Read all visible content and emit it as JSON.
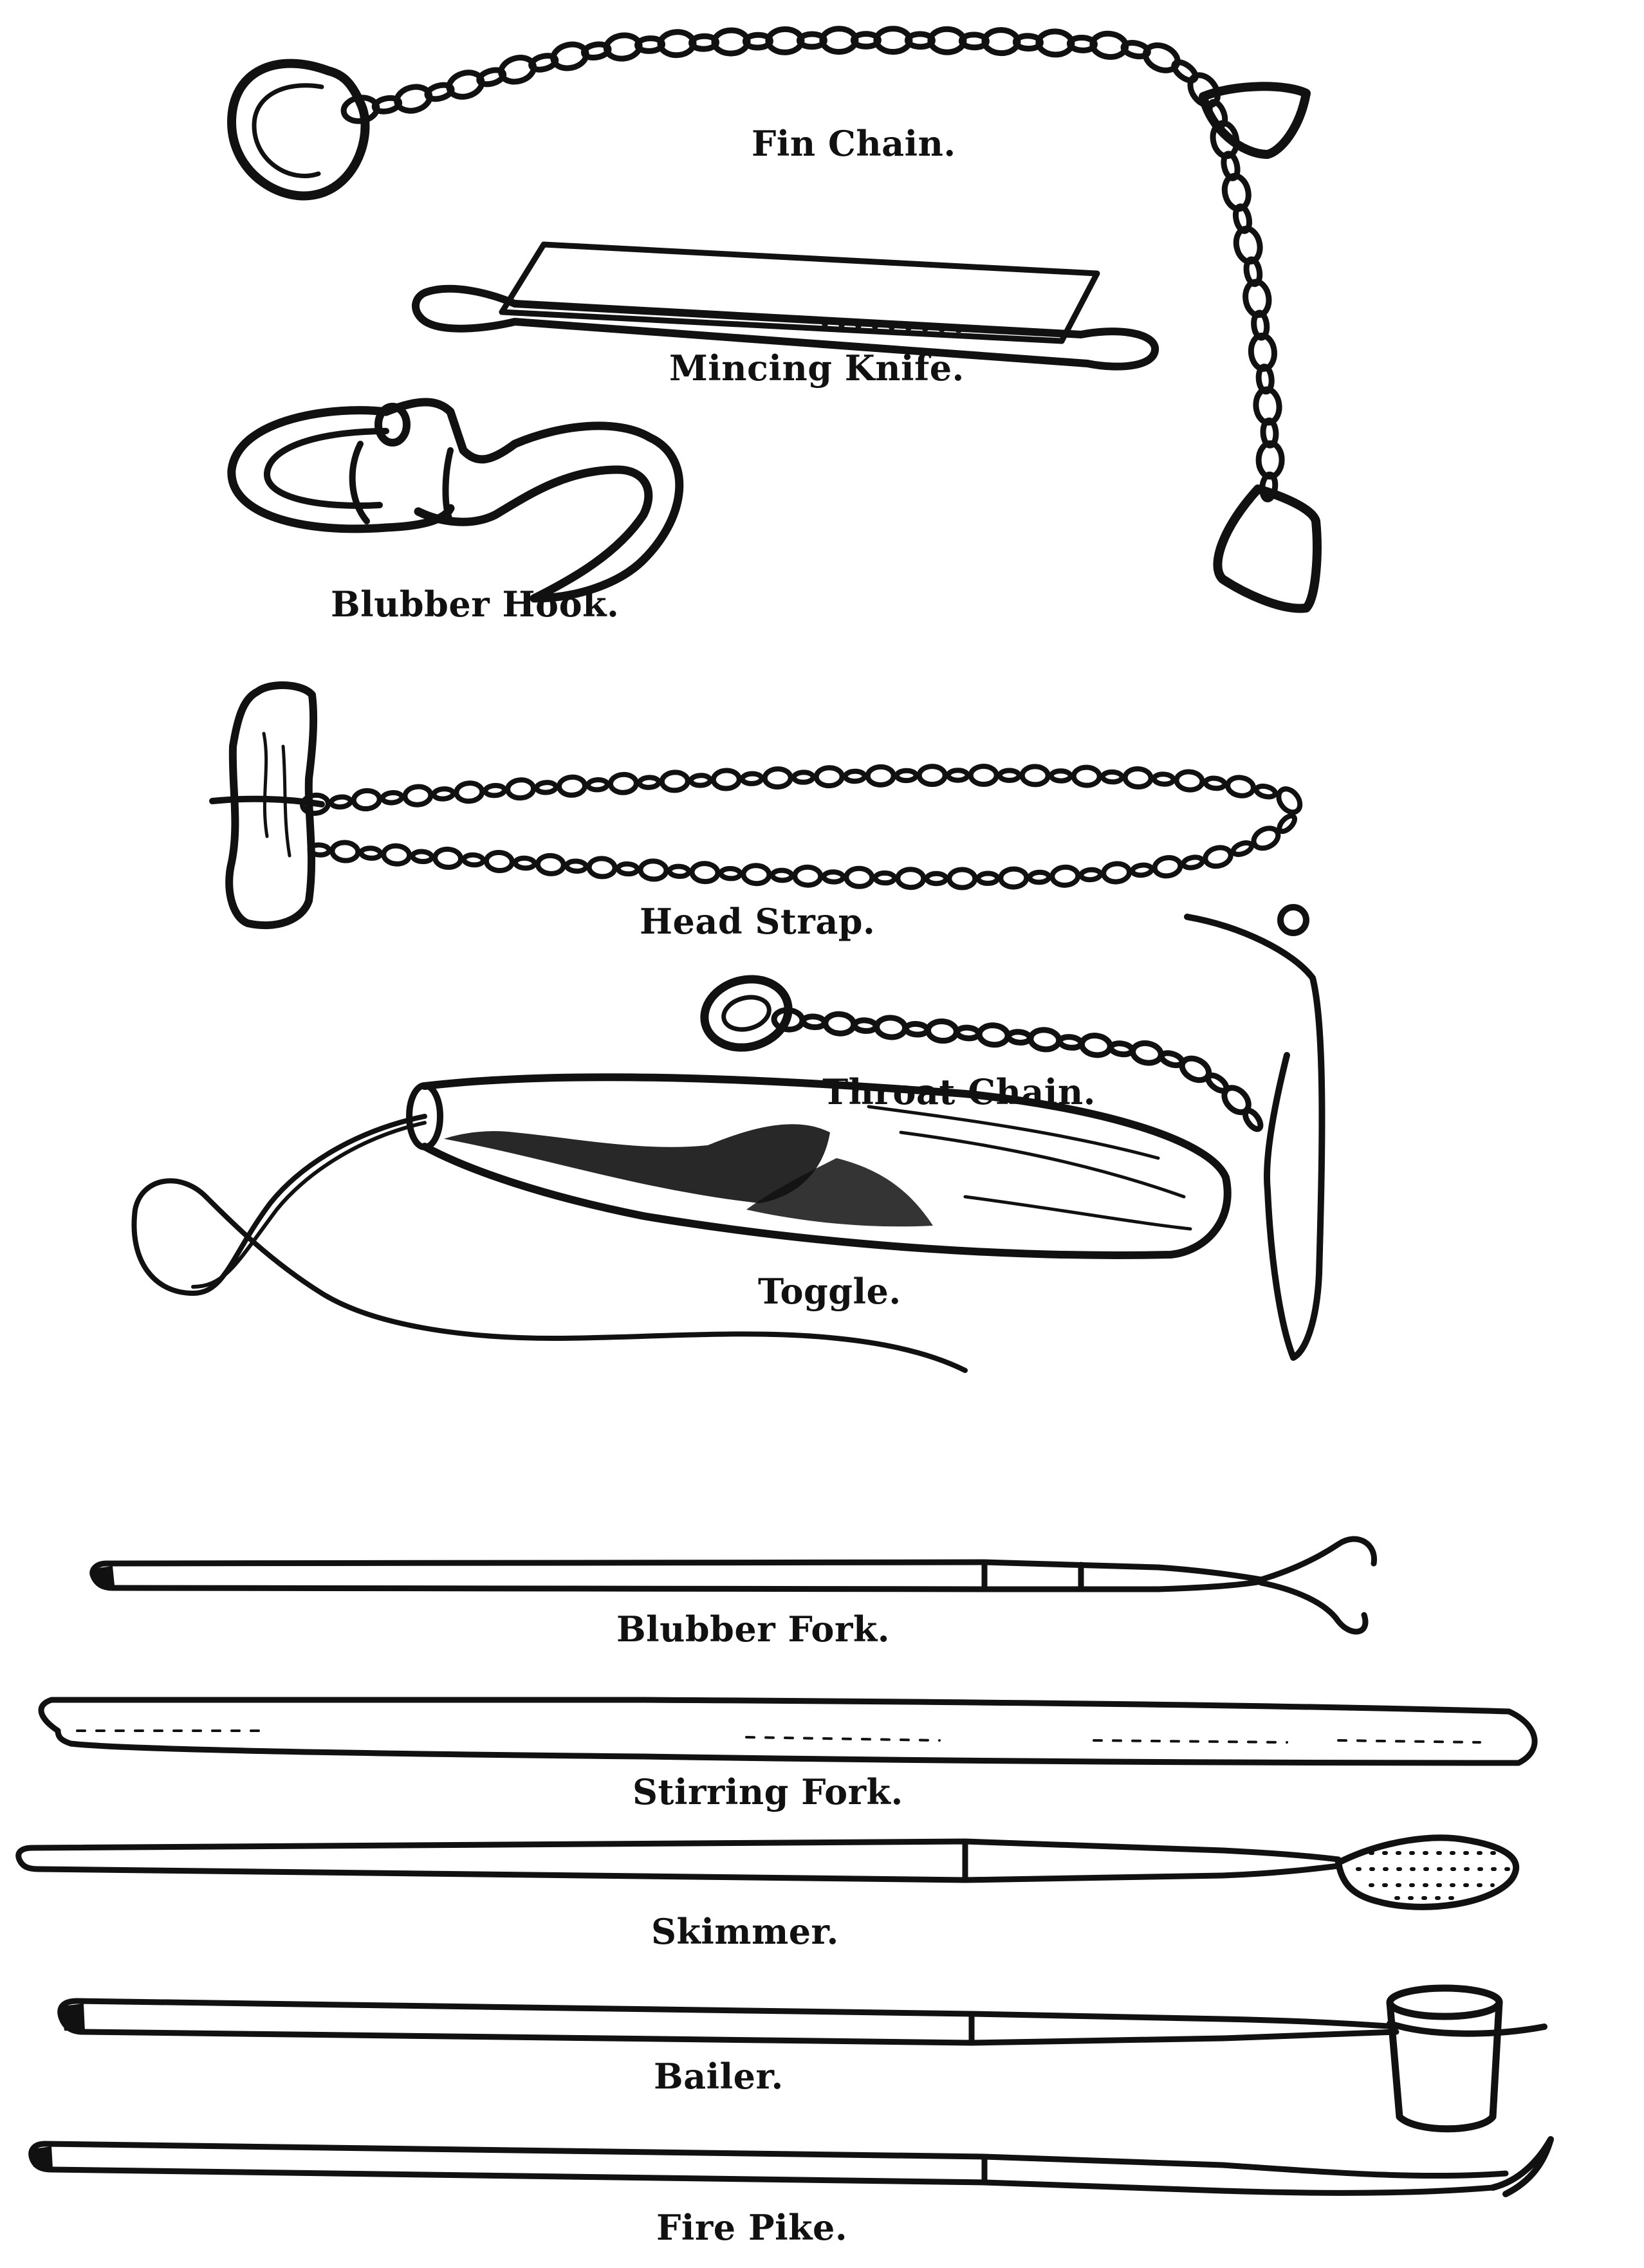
{
  "colors": {
    "ink": "#111111",
    "paper": "#ffffff"
  },
  "labels": {
    "fin_chain": "Fin Chain.",
    "mincing_knife": "Mincing Knife.",
    "blubber_hook": "Blubber Hook.",
    "head_strap": "Head Strap.",
    "throat_chain": "Throat Chain.",
    "toggle": "Toggle.",
    "blubber_fork": "Blubber Fork.",
    "stirring_fork": "Stirring Fork.",
    "skimmer": "Skimmer.",
    "bailer": "Bailer.",
    "fire_pike": "Fire Pike."
  }
}
